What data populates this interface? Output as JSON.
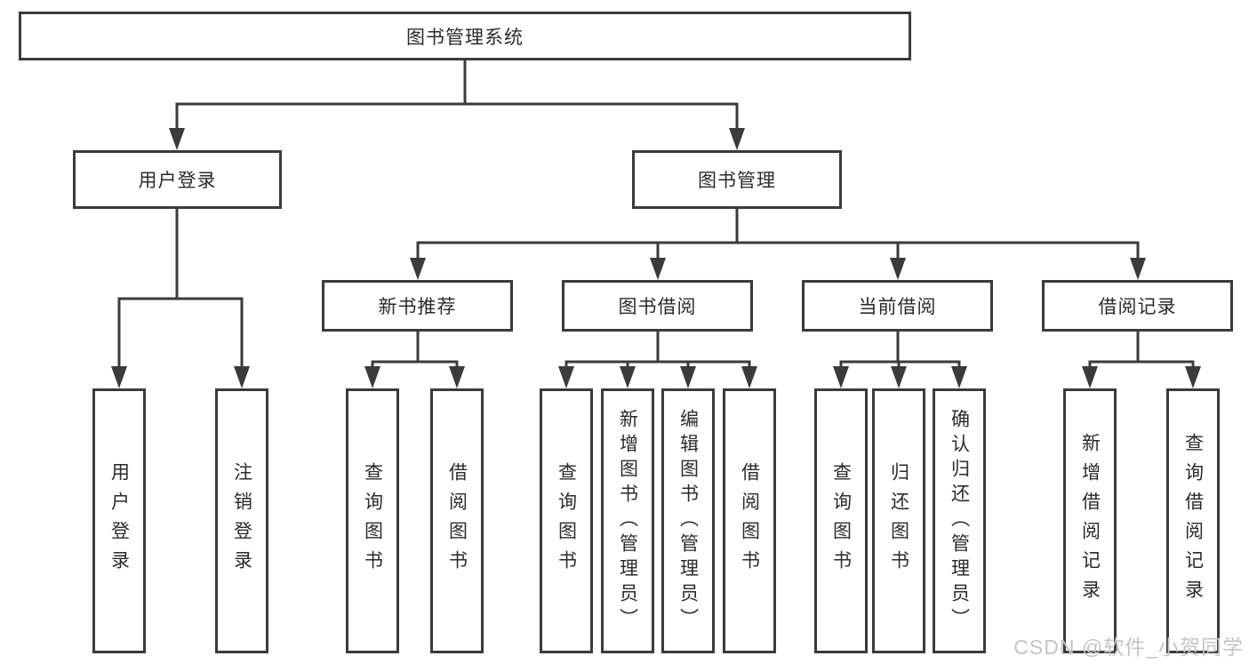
{
  "diagram": {
    "title": "图书管理系统",
    "tree": {
      "label": "图书管理系统",
      "children": [
        {
          "label": "用户登录",
          "children": [
            {
              "label": "用户登录"
            },
            {
              "label": "注销登录"
            }
          ]
        },
        {
          "label": "图书管理",
          "children": [
            {
              "label": "新书推荐",
              "children": [
                {
                  "label": "查询图书"
                },
                {
                  "label": "借阅图书"
                }
              ]
            },
            {
              "label": "图书借阅",
              "children": [
                {
                  "label": "查询图书"
                },
                {
                  "label": "新增图书（管理员）"
                },
                {
                  "label": "编辑图书（管理员）"
                },
                {
                  "label": "借阅图书"
                }
              ]
            },
            {
              "label": "当前借阅",
              "children": [
                {
                  "label": "查询图书"
                },
                {
                  "label": "归还图书"
                },
                {
                  "label": "确认归还（管理员）"
                }
              ]
            },
            {
              "label": "借阅记录",
              "children": [
                {
                  "label": "新增借阅记录"
                },
                {
                  "label": "查询借阅记录"
                }
              ]
            }
          ]
        }
      ]
    },
    "colors": {
      "line": "#3b3b3b",
      "text": "#2b2b2b",
      "background": "#ffffff",
      "watermark_text": "#c4c4c4"
    }
  },
  "watermark": {
    "text": "CSDN @软件_小贺同学"
  }
}
